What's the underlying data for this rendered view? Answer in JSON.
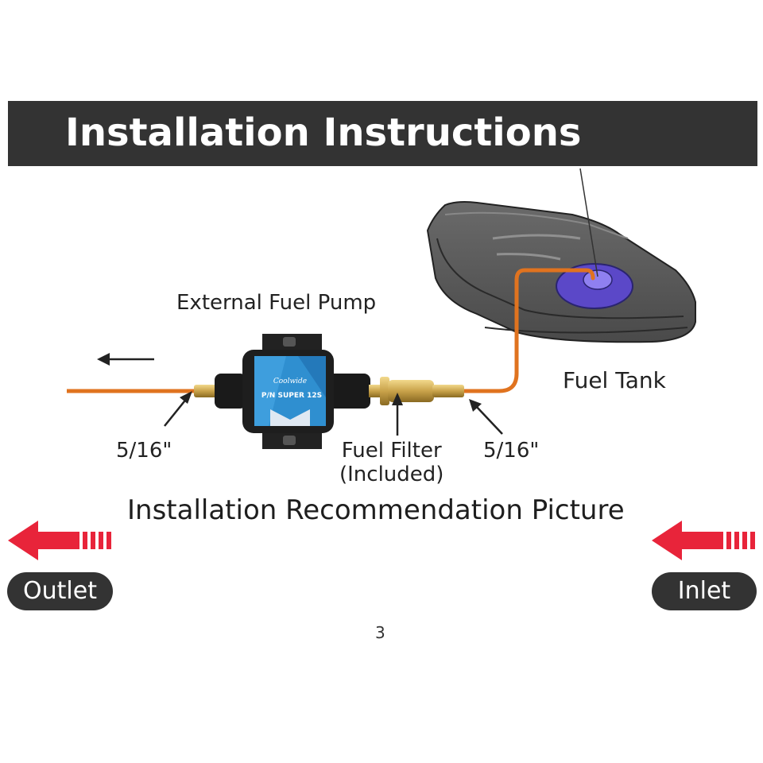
{
  "header": {
    "title": "Installation Instructions"
  },
  "labels": {
    "pump": "External Fuel Pump",
    "tank": "Fuel Tank",
    "size_left": "5/16\"",
    "size_right": "5/16\"",
    "filter_line1": "Fuel Filter",
    "filter_line2": "(Included)",
    "pump_brand": "Coolwide",
    "pump_part": "P/N SUPER 12S"
  },
  "caption": "Installation Recommendation Picture",
  "direction": {
    "outlet": "Outlet",
    "inlet": "Inlet"
  },
  "page_number": "3",
  "colors": {
    "header_bg": "#333333",
    "fuel_line": "#e0731f",
    "arrow_red": "#e8243a",
    "pump_blue": "#2f8fd0",
    "brass": "#c9a24a"
  },
  "icons": [
    "left-arrow-icon",
    "fuel-pump-icon",
    "fuel-filter-icon",
    "fuel-tank-icon",
    "outlet-arrow-icon",
    "inlet-arrow-icon"
  ]
}
